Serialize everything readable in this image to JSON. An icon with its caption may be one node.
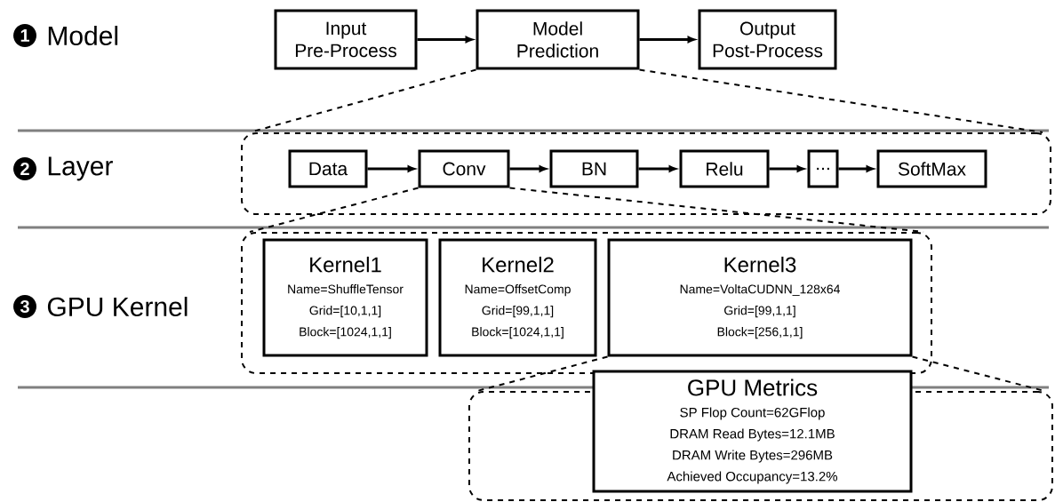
{
  "diagram": {
    "nodes": [
      {
        "text": [
          "Input Pre-Process"
        ]
      },
      {
        "text": [
          "Model Prediction"
        ]
      },
      {
        "text": [
          "Output Post-Process"
        ]
      },
      {
        "text": [],
        "shape": "box"
      },
      {
        "text": [
          "Data"
        ],
        "in": 3
      },
      {
        "text": [
          "Conv"
        ],
        "in": 3
      },
      {
        "text": [
          "BN"
        ],
        "in": 3
      },
      {
        "text": [
          "Relu"
        ],
        "in": 3
      },
      {
        "text": [
          "..."
        ],
        "in": 3
      },
      {
        "text": [
          "SoftMax"
        ],
        "in": 3
      },
      {
        "text": [],
        "shape": "box"
      },
      {
        "text": [
          "Kernel1",
          "Name=ShuffleTensor",
          "Grid=[10,1,1]",
          "Block=[1024,1,1]"
        ],
        "in": 10
      },
      {
        "text": [
          "Kernel2",
          "Name=OffsetComp",
          "Grid=[99,1,1]",
          "Block=[1024,1,1]"
        ],
        "in": 10
      },
      {
        "text": [
          "Kernel3",
          "Name=VoltaCUDNN_128x64",
          "Grid=[99,1,1]",
          "Block=[256,1,1]"
        ],
        "in": 10
      },
      {
        "text": [],
        "shape": "box"
      },
      {
        "text": [
          "GPU Metrics",
          "SP Flop Count=62GFlop",
          "DRAM Read Bytes=12.1MB",
          "DRAM Write Bytes=296MB",
          "Achieved Occupancy=13.2%"
        ]
      }
    ],
    "edges": [
      {
        "from": 0,
        "to": 1,
        "arrow": "to"
      },
      {
        "from": 1,
        "to": 2,
        "arrow": "to"
      },
      {
        "from": 4,
        "to": 5,
        "arrow": "to"
      },
      {
        "from": 5,
        "to": 6,
        "arrow": "to"
      },
      {
        "from": 6,
        "to": 7,
        "arrow": "to"
      },
      {
        "from": 7,
        "to": 8,
        "arrow": "to"
      },
      {
        "from": 8,
        "to": 9,
        "arrow": "to"
      },
      {
        "from": 1,
        "to": 3,
        "arrow": "none",
        "style": "dashed"
      },
      {
        "from": 1,
        "to": 3,
        "arrow": "none",
        "style": "dashed"
      },
      {
        "from": 5,
        "to": 10,
        "arrow": "none",
        "style": "dashed"
      },
      {
        "from": 5,
        "to": 10,
        "arrow": "none",
        "style": "dashed"
      },
      {
        "from": 13,
        "to": 14,
        "arrow": "none",
        "style": "dashed"
      },
      {
        "from": 13,
        "to": 14,
        "arrow": "none",
        "style": "dashed"
      }
    ],
    "labels": [
      "1",
      "Model",
      "2",
      "Layer",
      "3",
      "GPU Kernel"
    ]
  }
}
